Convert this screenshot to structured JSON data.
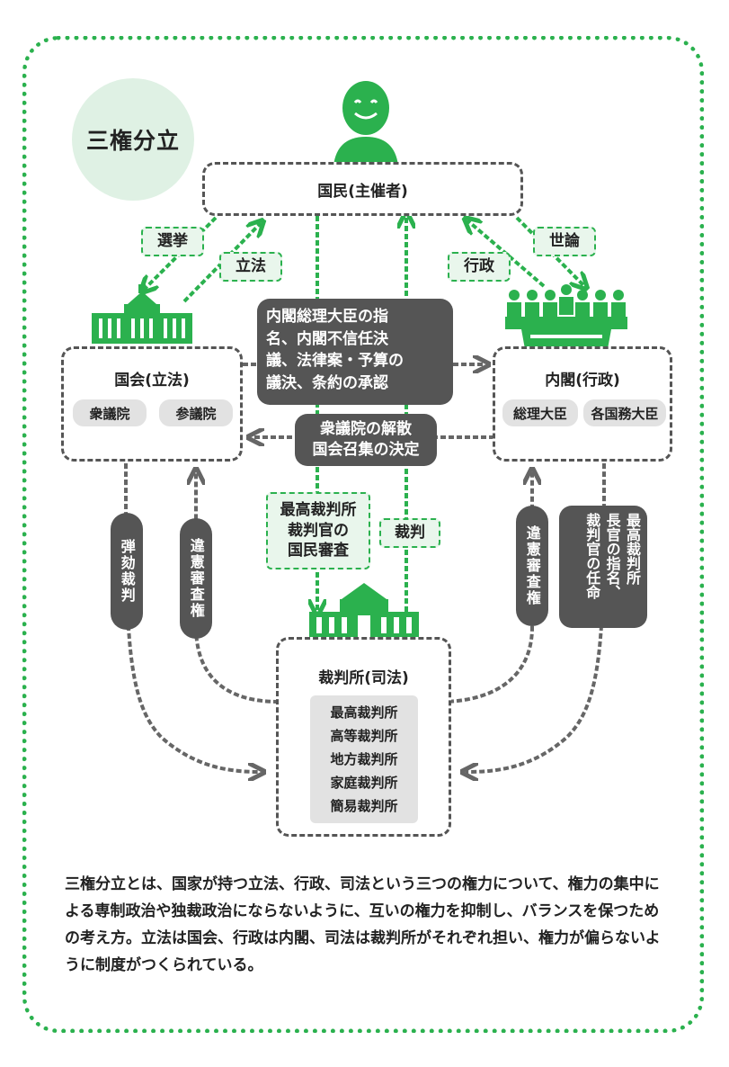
{
  "title": "三権分立",
  "people": {
    "label": "国民(主催者)"
  },
  "flows": {
    "election": "選挙",
    "legislation": "立法",
    "administration": "行政",
    "public_opinion": "世論",
    "diet_to_cabinet": [
      "内閣総理大臣の指",
      "名、内閣不信任決",
      "議、法律案・予算の",
      "議決、条約の承認"
    ],
    "cabinet_to_diet": [
      "衆議院の解散",
      "国会召集の決定"
    ],
    "people_review": [
      "最高裁判所",
      "裁判官の",
      "国民審査"
    ],
    "trial": "裁判",
    "impeachment": "弾劾裁判",
    "judicial_review_diet": "違憲審査権",
    "judicial_review_cabinet": "違憲審査権",
    "court_appointment": [
      "最高裁判所",
      "長官の指名、",
      "裁判官の任命"
    ]
  },
  "diet": {
    "label": "国会(立法)",
    "houses": [
      "衆議院",
      "参議院"
    ]
  },
  "cabinet": {
    "label": "内閣(行政)",
    "members": [
      "総理大臣",
      "各国務大臣"
    ]
  },
  "court": {
    "label": "裁判所(司法)",
    "levels": [
      "最高裁判所",
      "高等裁判所",
      "地方裁判所",
      "家庭裁判所",
      "簡易裁判所"
    ]
  },
  "description": "三権分立とは、国家が持つ立法、行政、司法という三つの権力について、権力の集中による専制政治や独裁政治にならないように、互いの権力を抑制し、バランスを保つための考え方。立法は国会、行政は内閣、司法は裁判所がそれぞれ担い、権力が偏らないように制度がつくられている。",
  "colors": {
    "green": "#2bb14e",
    "dark": "#555555",
    "light_green": "#e9f6ec",
    "circle": "#dff1e4"
  }
}
